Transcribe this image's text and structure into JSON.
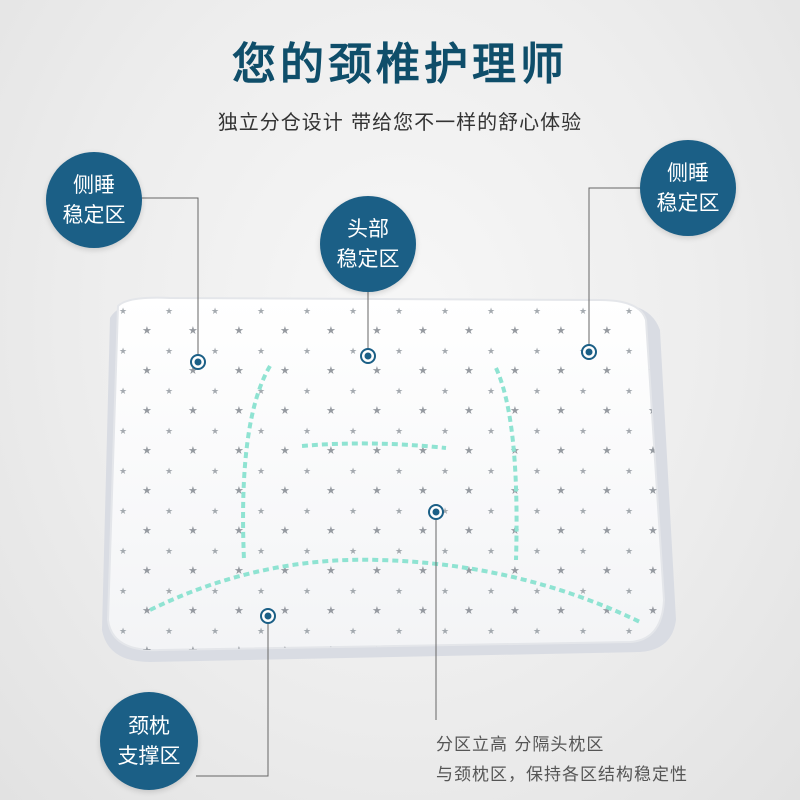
{
  "header": {
    "title": "您的颈椎护理师",
    "subtitle": "独立分仓设计 带给您不一样的舒心体验"
  },
  "zones": {
    "side_left": [
      "侧睡",
      "稳定区"
    ],
    "head": [
      "头部",
      "稳定区"
    ],
    "side_right": [
      "侧睡",
      "稳定区"
    ],
    "neck": [
      "颈枕",
      "支撑区"
    ]
  },
  "note": {
    "line1": "分区立高 分隔头枕区",
    "line2": "与颈枕区，保持各区结构稳定性"
  },
  "colors": {
    "badge": "#1b5f86",
    "title": "#0f4e6a",
    "stitch": "#8fe3d2"
  }
}
